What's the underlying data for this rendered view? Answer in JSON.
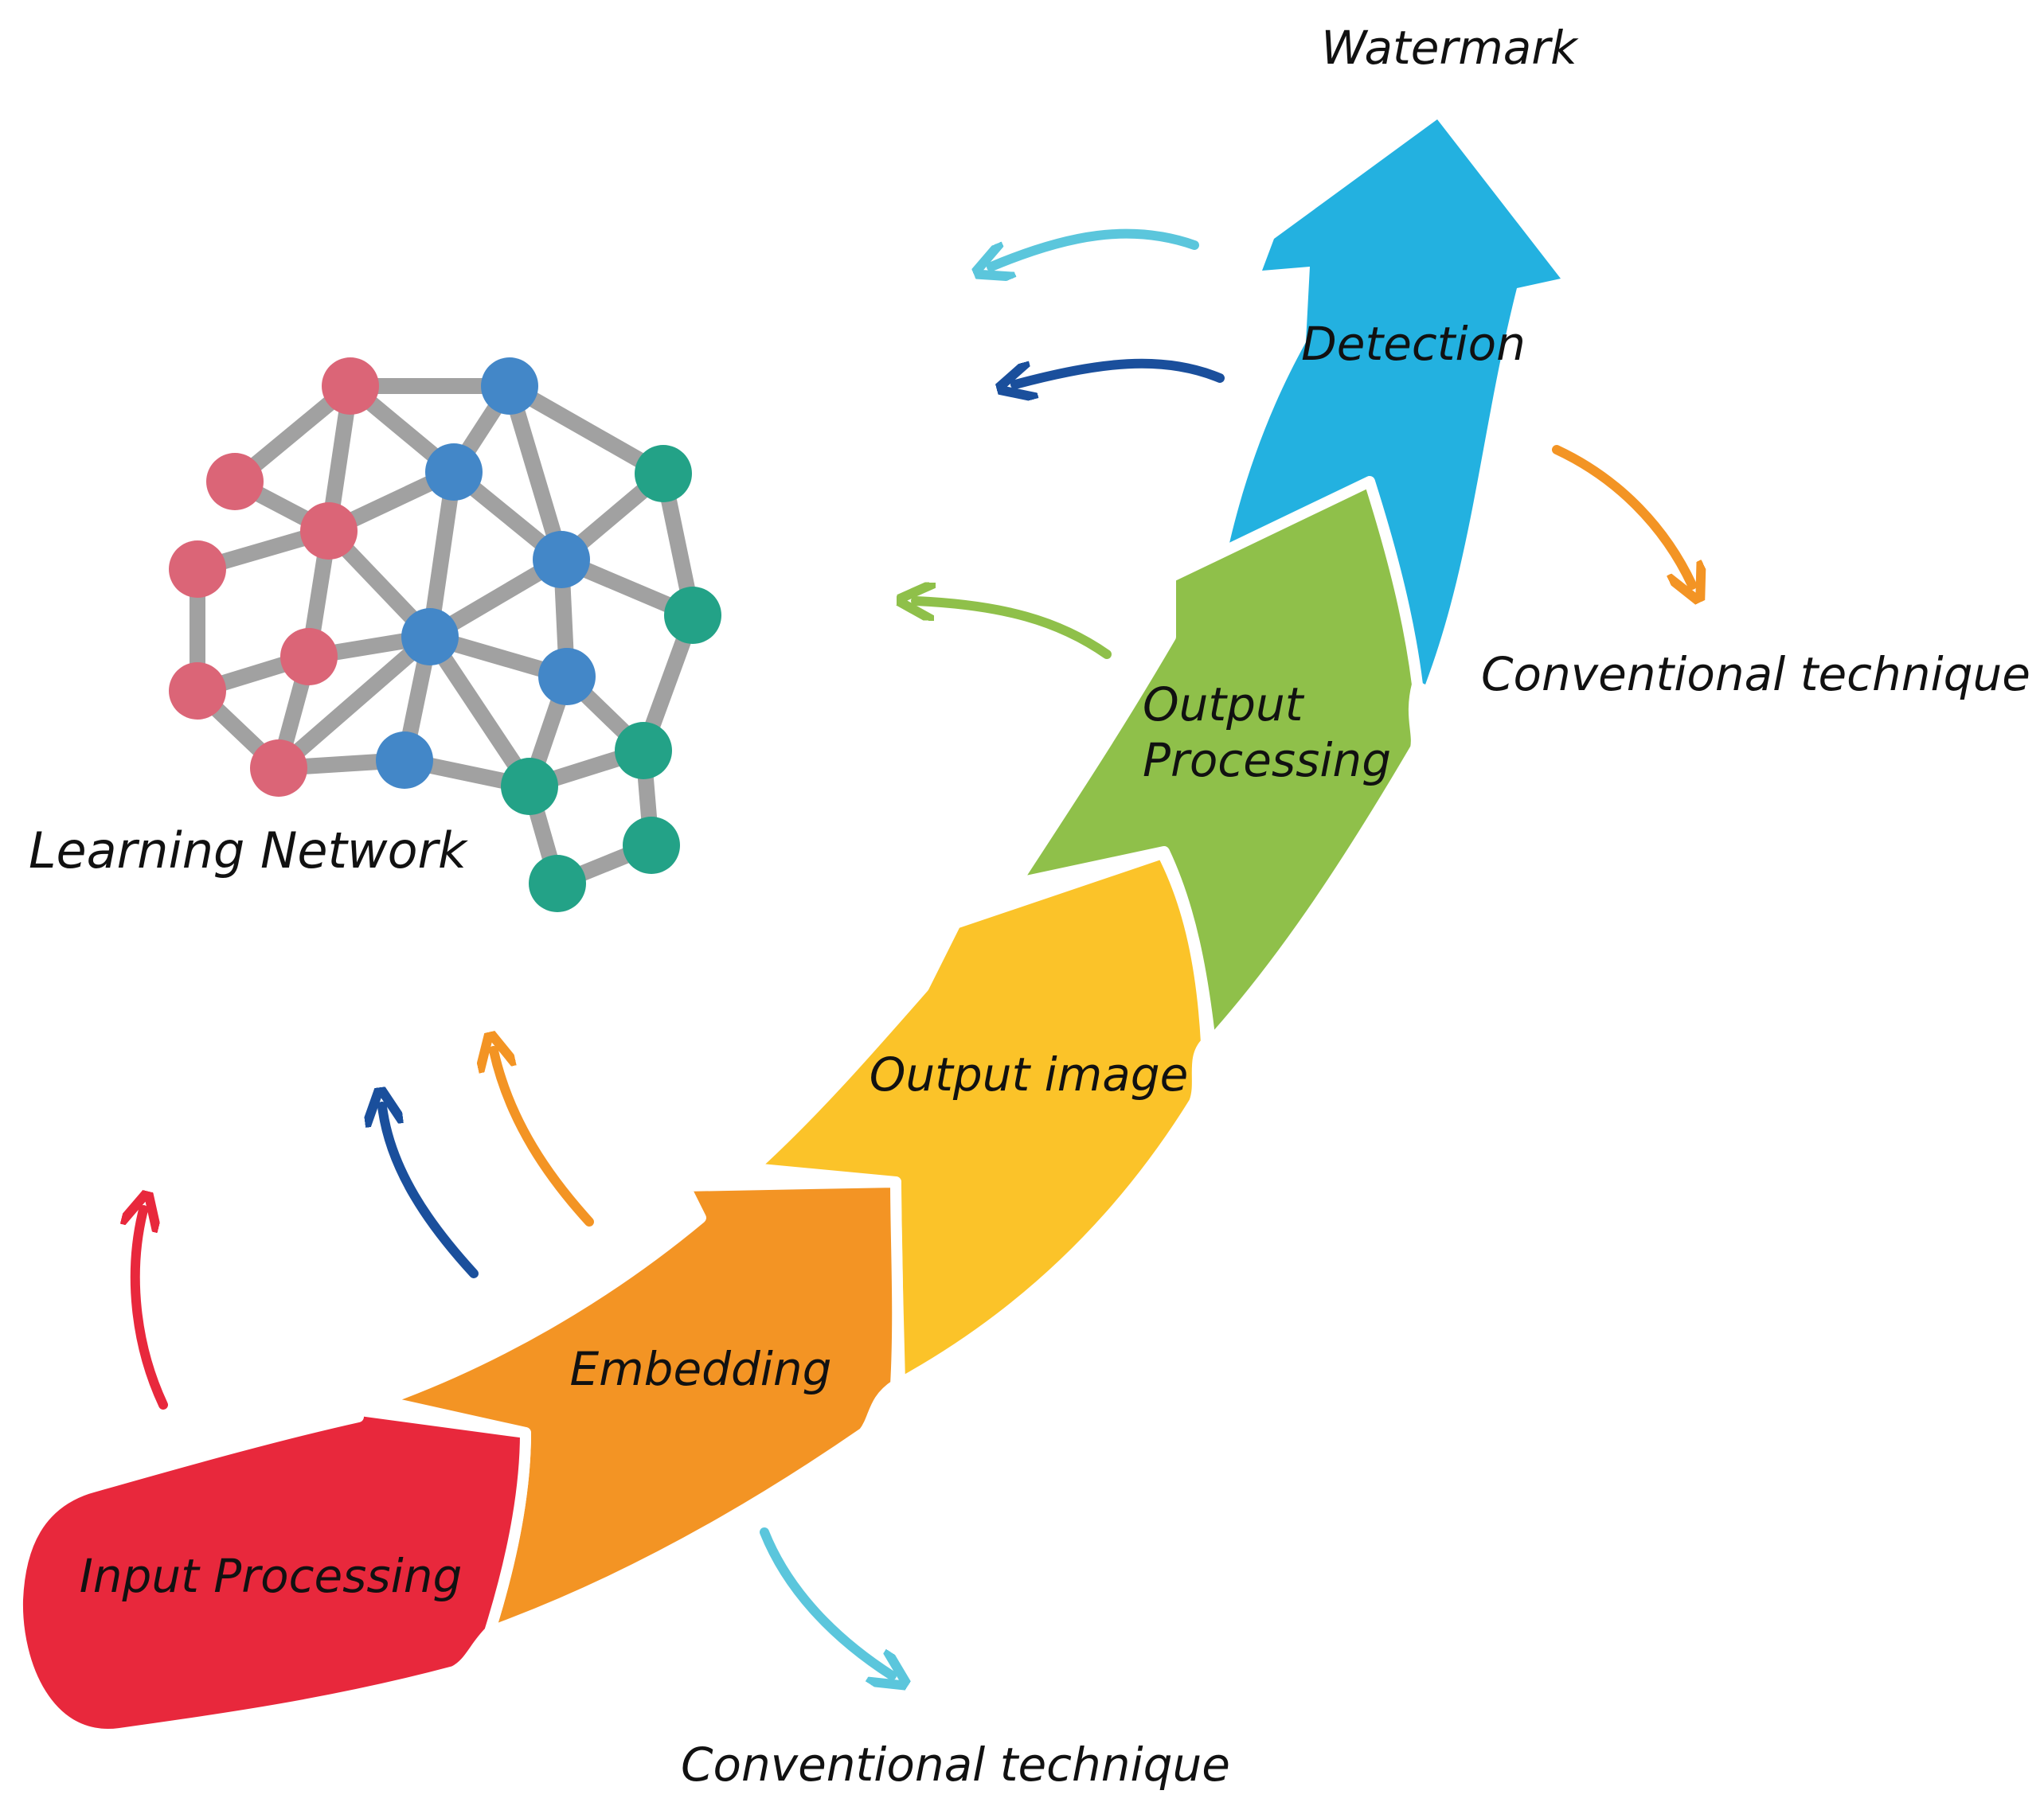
{
  "title": "Watermark",
  "stages": [
    {
      "label": "Input Processing",
      "color": "#e8283c"
    },
    {
      "label": "Embedding",
      "color": "#f39424"
    },
    {
      "label": "Output image",
      "color": "#fbc329"
    },
    {
      "label": "Output Processing",
      "label_line1": "Output",
      "label_line2": "Processing",
      "color": "#8fc04a"
    },
    {
      "label": "Detection",
      "color": "#23b1e0"
    }
  ],
  "network_label": "Learning Network",
  "conventional_top": "Conventional technique",
  "conventional_bottom": "Conventional technique",
  "network": {
    "node_colors": {
      "pink": "#db6577",
      "blue": "#4387c8",
      "teal": "#23a287"
    },
    "edge_color": "#a1a1a1"
  },
  "side_arrow_colors": [
    "#e8283c",
    "#1a4f9c",
    "#f39424",
    "#8fc04a",
    "#1a4f9c",
    "#5bc6dc",
    "#f39424",
    "#5bc6dc"
  ]
}
